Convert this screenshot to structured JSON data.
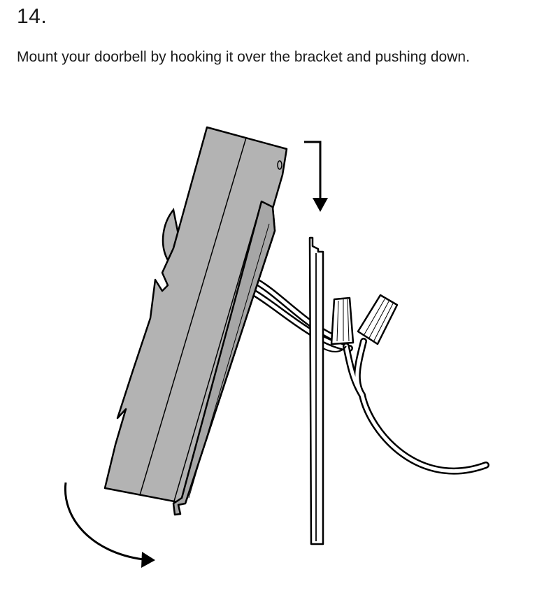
{
  "step": {
    "number": "14.",
    "instruction": "Mount your doorbell by hooking it over the bracket and pushing down."
  },
  "illustration": {
    "icons": [
      "doorbell-device",
      "mounting-bracket",
      "wire-nut",
      "down-arrow-icon",
      "curved-arrow-icon"
    ],
    "colors": {
      "doorbell_fill": "#b3b3b3",
      "line": "#000000",
      "background": "#ffffff"
    }
  }
}
